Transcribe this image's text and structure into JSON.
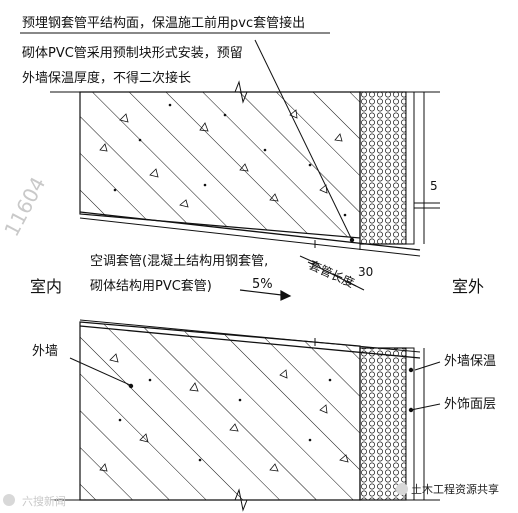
{
  "note": {
    "line1": "预埋钢套管平结构面，保温施工前用pvc套管接出",
    "line2": "砌体PVC管采用预制块形式安装，预留",
    "line3": "外墙保温厚度，不得二次接长"
  },
  "labels": {
    "indoor": "室内",
    "outdoor": "室外",
    "sleeve_line1": "空调套管(混凝土结构用钢套管,",
    "sleeve_line2": "砌体结构用PVC套管)",
    "slope": "5%",
    "outer_wall": "外墙",
    "insulation": "外墙保温",
    "finish": "外饰面层",
    "sleeve_length": "套管长度",
    "dim_30": "30",
    "dim_5": "5"
  },
  "watermarks": {
    "left": "11604",
    "bottom_left": "六搜新闻",
    "bottom_right": "土木工程资源共享"
  },
  "colors": {
    "line": "#111111",
    "watermark": "#c9c9c9"
  }
}
